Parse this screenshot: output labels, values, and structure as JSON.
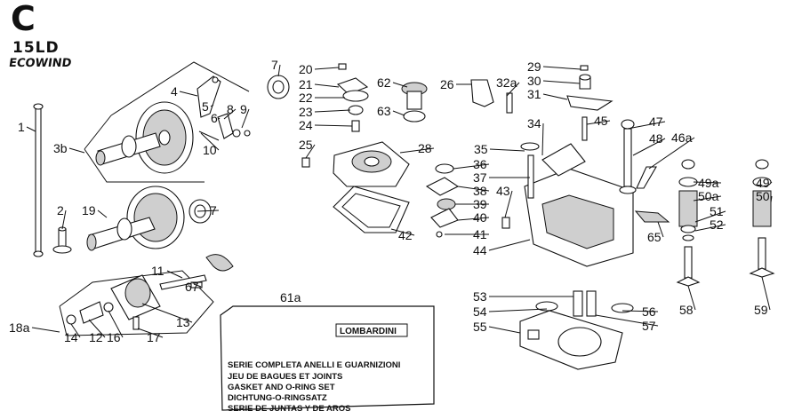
{
  "header": {
    "section_letter": "C",
    "engine_model": "15LD",
    "brand_logo_text": "ECOWIND"
  },
  "kit": {
    "part_number": "61a",
    "brand": "LOMBARDINI",
    "lines": [
      "SERIE COMPLETA ANELLI E GUARNIZIONI",
      "JEU DE BAGUES ET JOINTS",
      "GASKET AND O-RING SET",
      "DICHTUNG-O-RINGSATZ",
      "SERIE DE JUNTAS Y DE AROS"
    ]
  },
  "part_labels": [
    "1",
    "2",
    "3b",
    "4",
    "5",
    "6",
    "7",
    "7",
    "8",
    "9",
    "10",
    "11",
    "12",
    "13",
    "14",
    "16",
    "17",
    "18a",
    "19",
    "20",
    "21",
    "22",
    "23",
    "24",
    "25",
    "26",
    "28",
    "29",
    "30",
    "31",
    "32a",
    "34",
    "35",
    "36",
    "37",
    "38",
    "39",
    "40",
    "41",
    "42",
    "43",
    "44",
    "45",
    "46a",
    "47",
    "48",
    "49a",
    "49",
    "50a",
    "50",
    "51",
    "52",
    "53",
    "54",
    "55",
    "56",
    "57",
    "58",
    "59",
    "62",
    "63",
    "65",
    "67"
  ]
}
